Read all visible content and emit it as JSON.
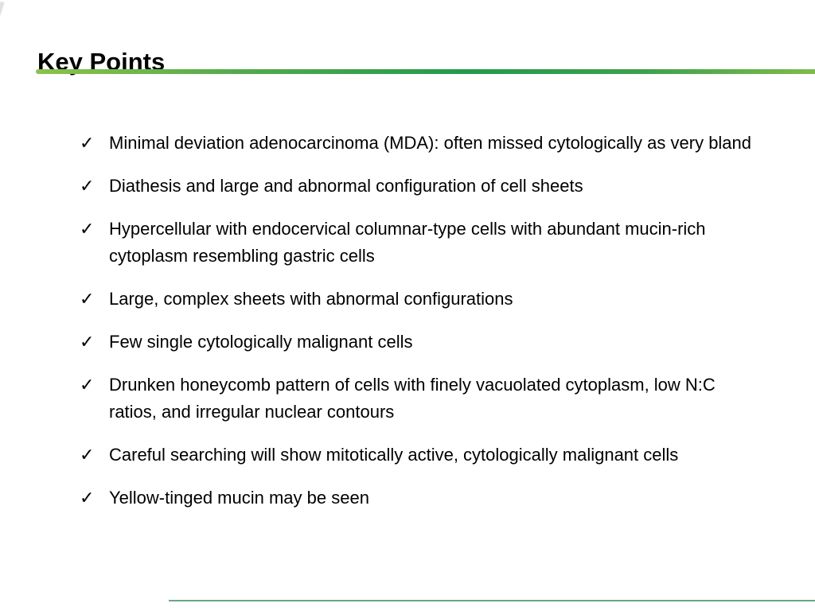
{
  "slide": {
    "title": "Key Points",
    "bullet_marker": "✓",
    "bullets": [
      "Minimal deviation adenocarcinoma (MDA): often missed cytologically as very bland",
      "Diathesis and large and abnormal configuration of cell sheets",
      "Hypercellular with endocervical columnar-type cells with abundant mucin-rich cytoplasm resembling gastric cells",
      "Large, complex sheets with abnormal configurations",
      "Few single cytologically malignant cells",
      "Drunken honeycomb pattern of cells with finely vacuolated cytoplasm, low N:C ratios, and irregular nuclear contours",
      "Careful searching will show mitotically active, cytologically malignant cells",
      "Yellow-tinged mucin may be seen"
    ],
    "colors": {
      "text": "#000000",
      "title_rule_gradient_start": "#8cc24b",
      "title_rule_gradient_mid": "#229a4c",
      "title_rule_gradient_end": "#7ebb4b",
      "bottom_rule": "#67a686"
    }
  }
}
